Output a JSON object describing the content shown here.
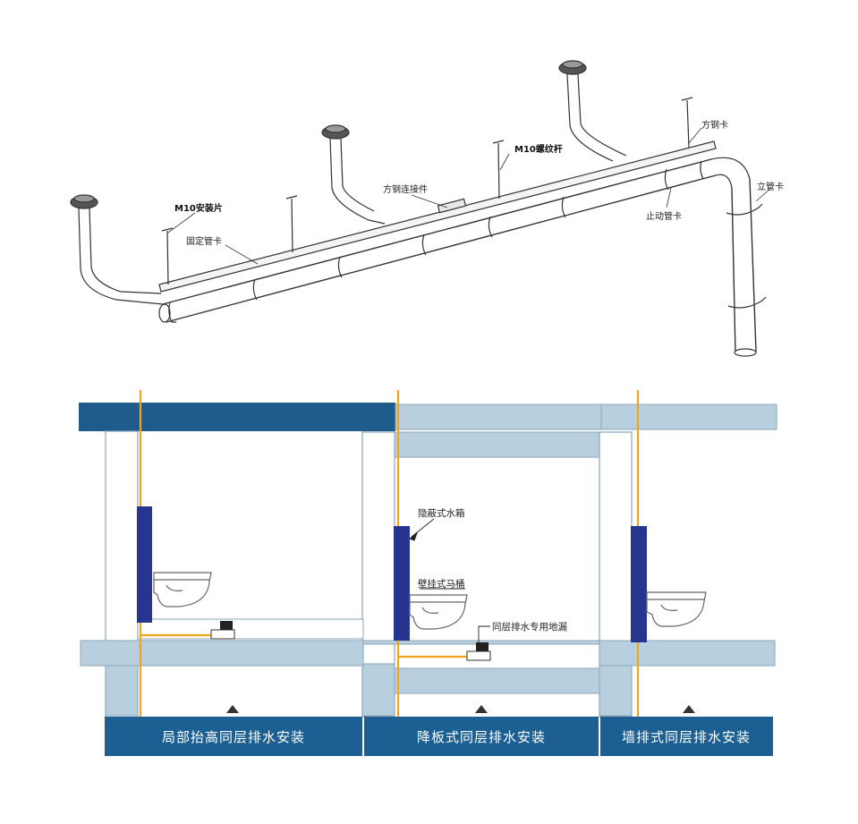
{
  "isometric": {
    "labels": {
      "m10_mount": "M10安装片",
      "fixed_clamp": "固定管卡",
      "steel_connector": "方钢连接件",
      "m10_rod": "M10螺纹杆",
      "square_steel_clamp": "方钢卡",
      "riser_clamp": "立管卡",
      "sliding_clamp": "止动管卡"
    }
  },
  "section": {
    "labels": {
      "concealed_tank": "隐蔽式水箱",
      "wall_toilet": "壁挂式马桶",
      "floor_drain": "同层排水专用地漏"
    },
    "captions": {
      "left": "局部抬高同层排水安装",
      "middle": "降板式同层排水安装",
      "right": "墙排式同层排水安装"
    }
  },
  "colors": {
    "dark_blue": "#1f5c8c",
    "light_blue": "#b8cfdf",
    "tank_blue": "#26358f",
    "pipe_orange": "#f2a51c",
    "caption_blue": "#1b5f93"
  }
}
